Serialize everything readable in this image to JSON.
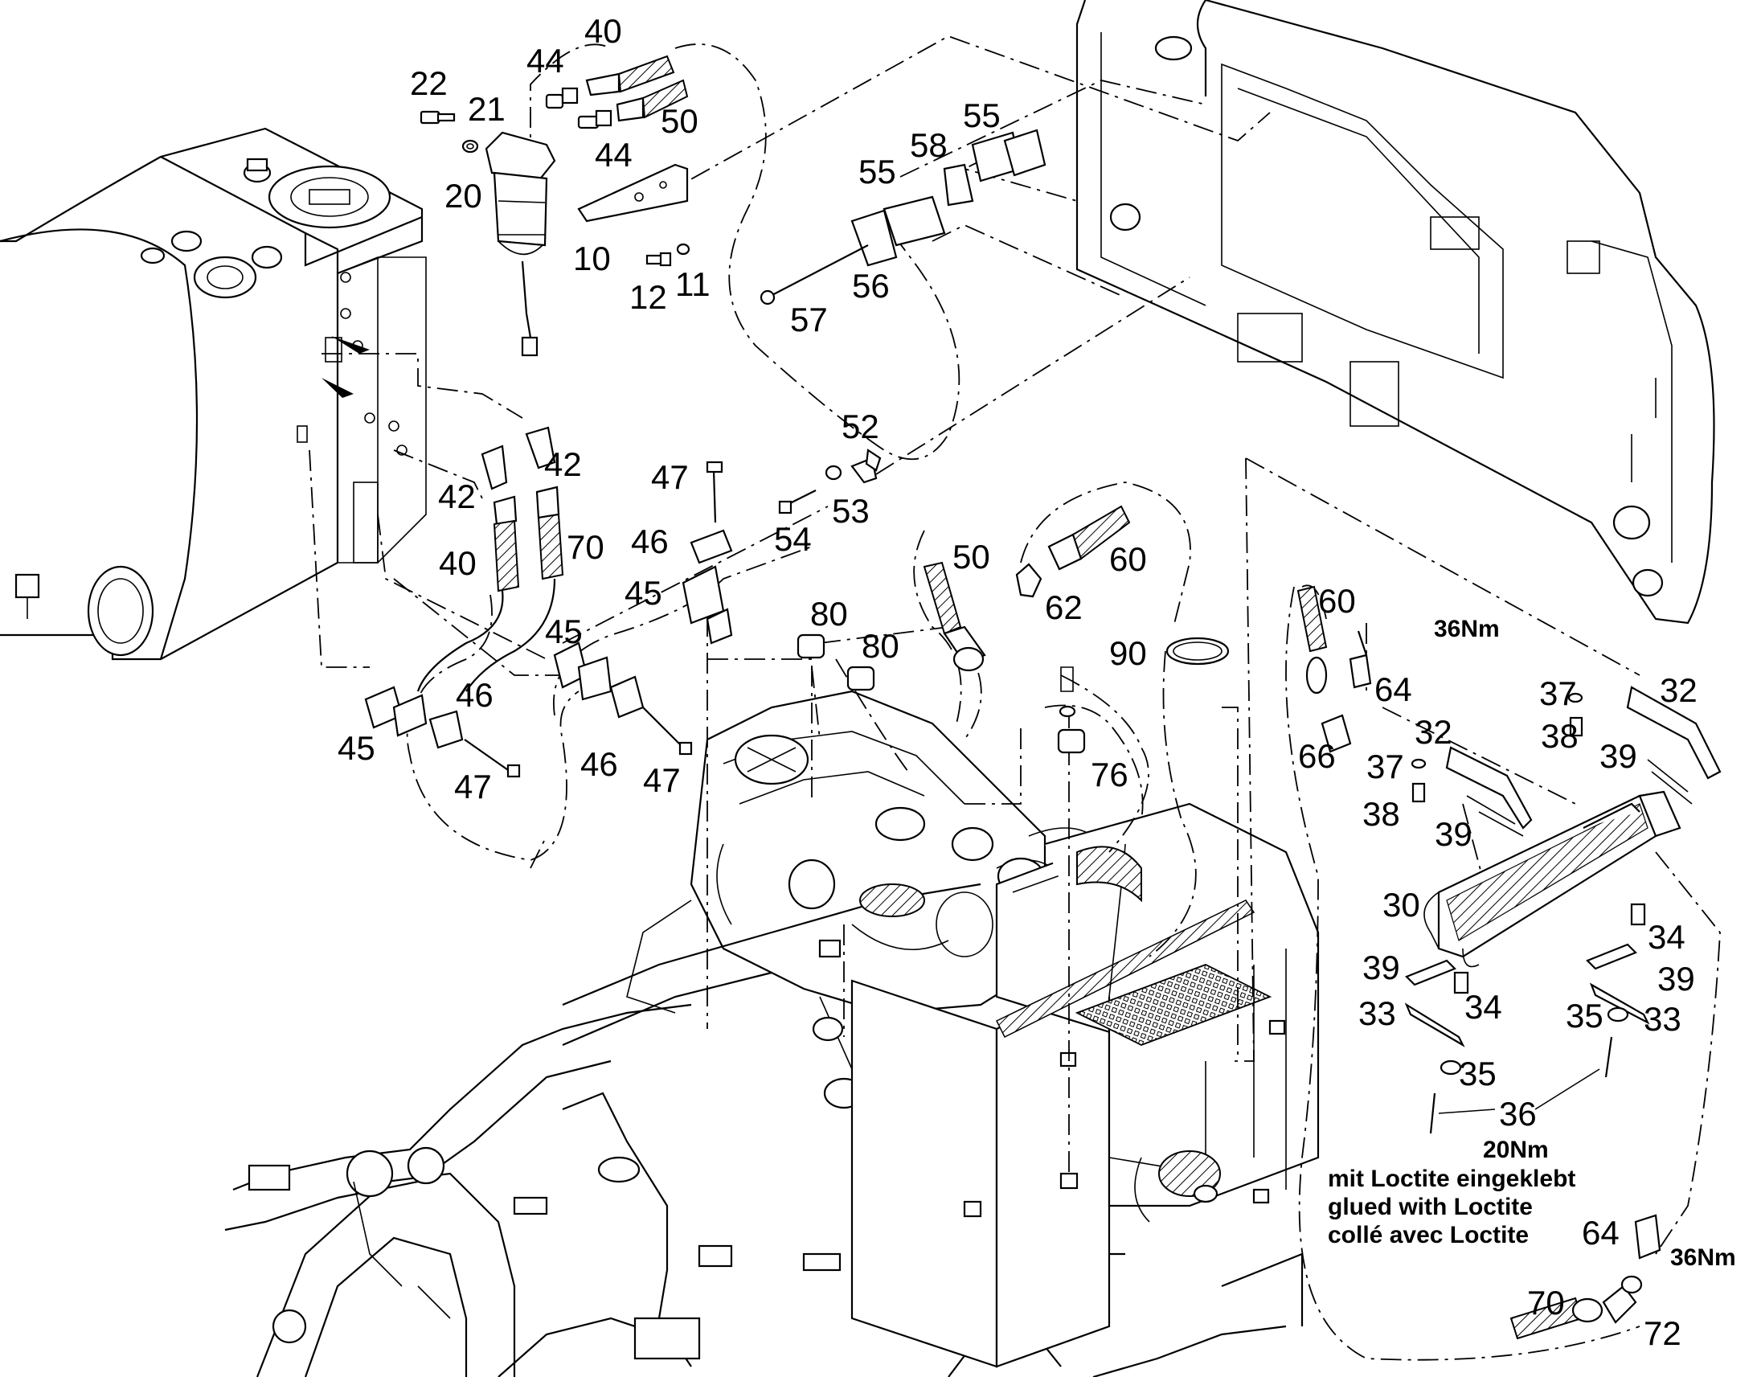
{
  "callouts": {
    "c10": "10",
    "c11": "11",
    "c12": "12",
    "c20": "20",
    "c21": "21",
    "c22": "22",
    "c30": "30",
    "c32a": "32",
    "c32b": "32",
    "c33a": "33",
    "c33b": "33",
    "c34a": "34",
    "c34b": "34",
    "c35a": "35",
    "c35b": "35",
    "c36": "36",
    "c37a": "37",
    "c37b": "37",
    "c38a": "38",
    "c38b": "38",
    "c39a": "39",
    "c39b": "39",
    "c39c": "39",
    "c39d": "39",
    "c40a": "40",
    "c40b": "40",
    "c42a": "42",
    "c42b": "42",
    "c44a": "44",
    "c44b": "44",
    "c45a": "45",
    "c45b": "45",
    "c45c": "45",
    "c46a": "46",
    "c46b": "46",
    "c46c": "46",
    "c47a": "47",
    "c47b": "47",
    "c47c": "47",
    "c50a": "50",
    "c50b": "50",
    "c52": "52",
    "c53": "53",
    "c54": "54",
    "c55a": "55",
    "c55b": "55",
    "c56": "56",
    "c57": "57",
    "c58": "58",
    "c60a": "60",
    "c60b": "60",
    "c62": "62",
    "c64a": "64",
    "c64b": "64",
    "c66": "66",
    "c70a": "70",
    "c70b": "70",
    "c72": "72",
    "c76": "76",
    "c80a": "80",
    "c80b": "80",
    "c90": "90"
  },
  "torque": {
    "t1": "36Nm",
    "t2": "20Nm",
    "t3": "36Nm"
  },
  "notes": {
    "de": "mit Loctite eingeklebt",
    "en": "glued with Loctite",
    "fr": "collé avec Loctite"
  }
}
